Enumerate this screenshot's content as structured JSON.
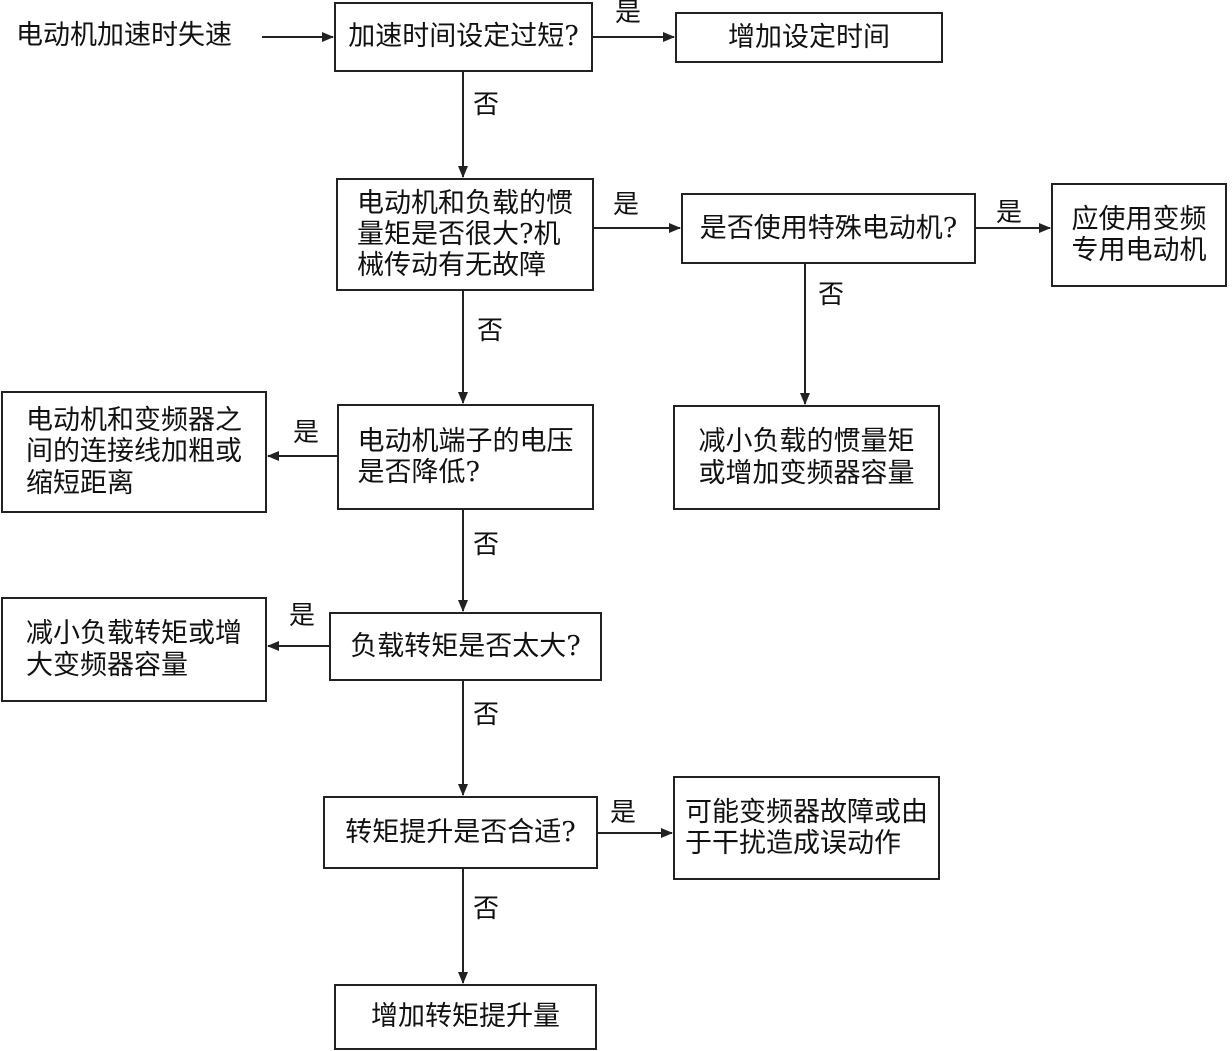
{
  "start_text": "电动机加速时失速",
  "nodes": {
    "q1": "加速时间设定过短?",
    "a1": "增加设定时间",
    "q2": "电动机和负载的惯\n量矩是否很大?机\n械传动有无故障",
    "q2b": "是否使用特殊电动机?",
    "a2b": "应使用变频\n专用电动机",
    "a2c": "减小负载的惯量矩\n或增加变频器容量",
    "q3": "电动机端子的电压\n是否降低?",
    "a3": "电动机和变频器之\n间的连接线加粗或\n缩短距离",
    "q4": "负载转矩是否太大?",
    "a4": "减小负载转矩或增\n大变频器容量",
    "q5": "转矩提升是否合适?",
    "a5": "可能变频器故障或由\n于干扰造成误动作",
    "end": "增加转矩提升量"
  },
  "labels": {
    "yes": "是",
    "no": "否"
  },
  "colors": {
    "line": "#222222",
    "text": "#111111",
    "background": "#ffffff"
  }
}
